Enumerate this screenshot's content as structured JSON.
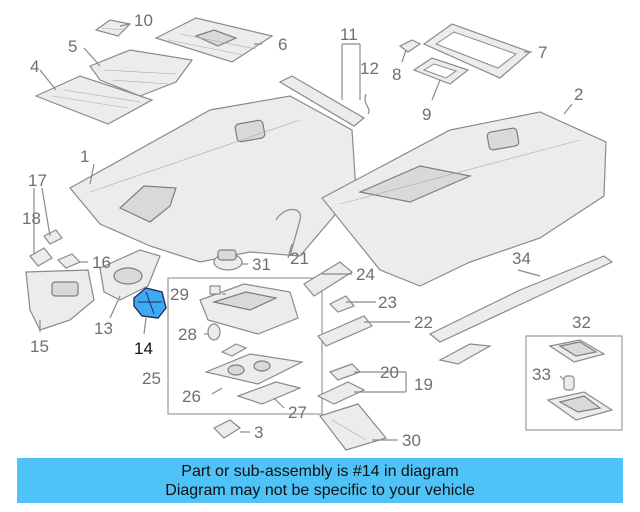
{
  "callouts": {
    "c1": "1",
    "c2": "2",
    "c3": "3",
    "c4": "4",
    "c5": "5",
    "c6": "6",
    "c7": "7",
    "c8": "8",
    "c9": "9",
    "c10": "10",
    "c11": "11",
    "c12": "12",
    "c13": "13",
    "c14": "14",
    "c15": "15",
    "c16": "16",
    "c17": "17",
    "c18": "18",
    "c19": "19",
    "c20": "20",
    "c21": "21",
    "c22": "22",
    "c23": "23",
    "c24": "24",
    "c25": "25",
    "c26": "26",
    "c27": "27",
    "c28": "28",
    "c29": "29",
    "c30": "30",
    "c31": "31",
    "c32": "32",
    "c33": "33",
    "c34": "34"
  },
  "highlight": {
    "part_number": "14",
    "color": "#3fa9f5"
  },
  "banner": {
    "line1": "Part or sub-assembly is #14 in diagram",
    "line2": "Diagram may not be specific to your vehicle",
    "color": "#4fc3f7"
  }
}
